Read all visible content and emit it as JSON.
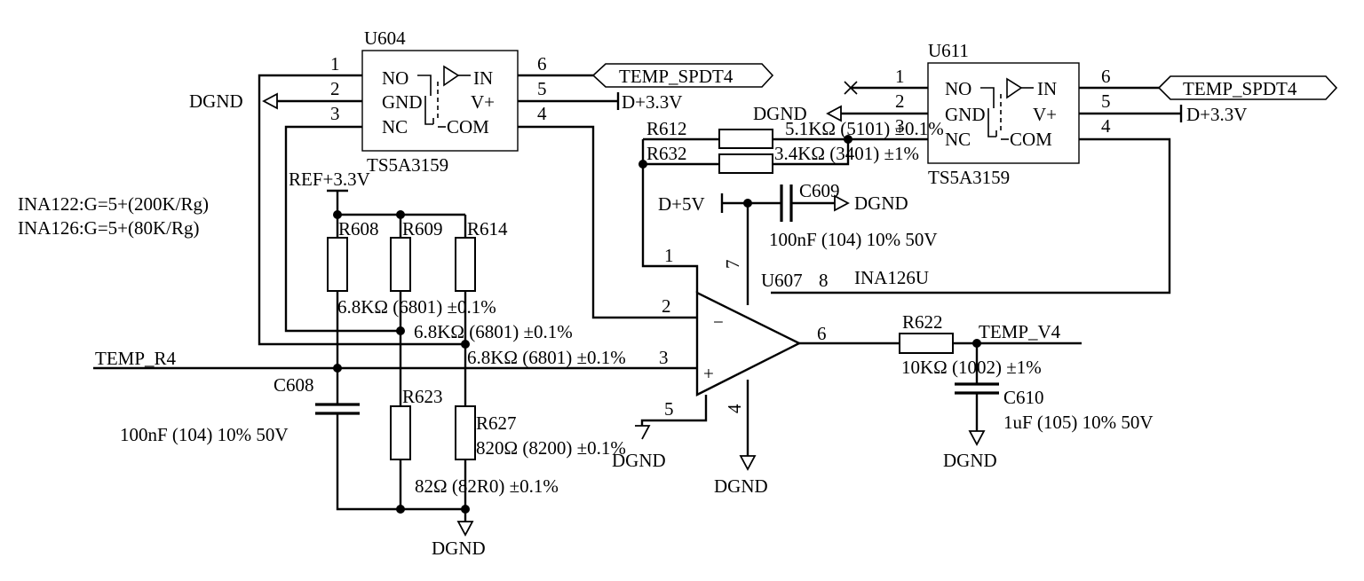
{
  "u604": {
    "ref": "U604",
    "part": "TS5A3159",
    "pin_no": "NO",
    "pin_gnd": "GND",
    "pin_nc": "NC",
    "pin_in": "IN",
    "pin_vplus": "V+",
    "pin_com": "COM",
    "pin1": "1",
    "pin2": "2",
    "pin3": "3",
    "pin4": "4",
    "pin5": "5",
    "pin6": "6"
  },
  "u611": {
    "ref": "U611",
    "part": "TS5A3159",
    "pin_no": "NO",
    "pin_gnd": "GND",
    "pin_nc": "NC",
    "pin_in": "IN",
    "pin_vplus": "V+",
    "pin_com": "COM",
    "pin1": "1",
    "pin2": "2",
    "pin3": "3",
    "pin4": "4",
    "pin5": "5",
    "pin6": "6"
  },
  "u607": {
    "ref": "U607",
    "part": "INA126U",
    "pin1": "1",
    "pin2": "2",
    "pin3": "3",
    "pin4": "4",
    "pin5": "5",
    "pin6": "6",
    "pin7": "7",
    "pin8": "8",
    "minus": "−",
    "plus": "+"
  },
  "nets": {
    "temp_spdt4": "TEMP_SPDT4",
    "temp_r4": "TEMP_R4",
    "temp_v4": "TEMP_V4",
    "d33": "D+3.3V",
    "d5v": "D+5V",
    "ref33": "REF+3.3V",
    "dgnd": "DGND"
  },
  "notes": {
    "ina122": "INA122:G=5+(200K/Rg)",
    "ina126": "INA126:G=5+(80K/Rg)"
  },
  "resistors": {
    "r608": {
      "ref": "R608",
      "value": "6.8KΩ (6801) ±0.1%"
    },
    "r609": {
      "ref": "R609",
      "value": "6.8KΩ (6801) ±0.1%"
    },
    "r614": {
      "ref": "R614",
      "value": "6.8KΩ (6801) ±0.1%"
    },
    "r612": {
      "ref": "R612",
      "value": "5.1KΩ (5101) ±0.1%"
    },
    "r632": {
      "ref": "R632",
      "value": "3.4KΩ (3401) ±1%"
    },
    "r623": {
      "ref": "R623",
      "value": "82Ω (82R0) ±0.1%"
    },
    "r627": {
      "ref": "R627",
      "value": "820Ω (8200) ±0.1%"
    },
    "r622": {
      "ref": "R622",
      "value": "10KΩ (1002) ±1%"
    }
  },
  "capacitors": {
    "c608": {
      "ref": "C608",
      "value": "100nF (104) 10% 50V"
    },
    "c609": {
      "ref": "C609",
      "value": "100nF (104) 10% 50V"
    },
    "c610": {
      "ref": "C610",
      "value": "1uF (105) 10% 50V"
    }
  }
}
